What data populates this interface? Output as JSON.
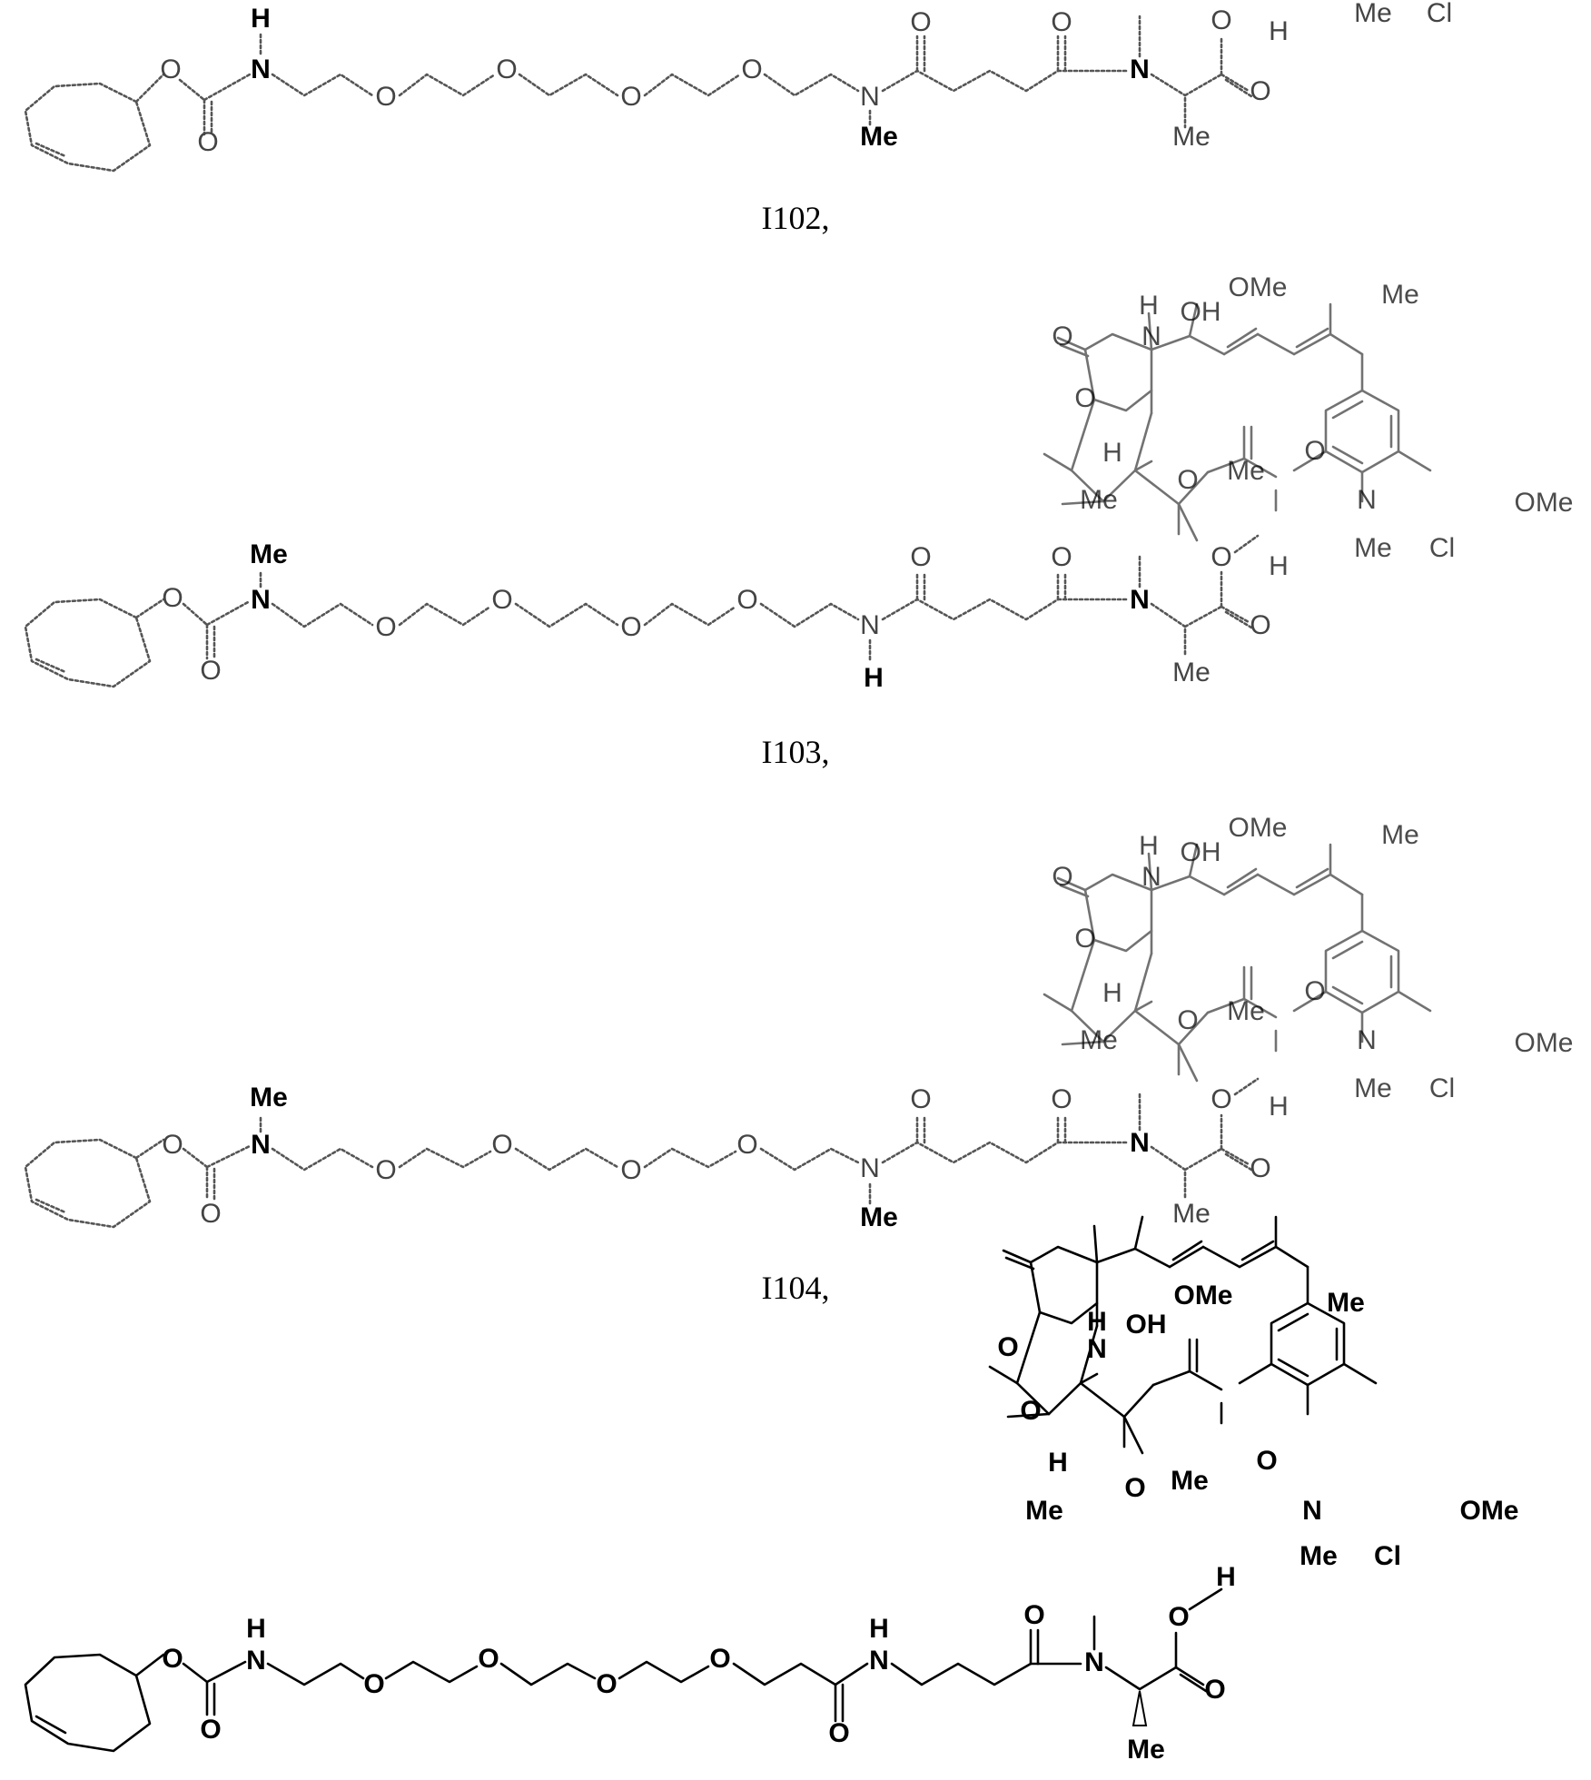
{
  "compounds": [
    {
      "label": "I102,",
      "top_label": "H",
      "bottom_label": "Me"
    },
    {
      "label": "I103,",
      "top_label": "Me",
      "bottom_label": "H"
    },
    {
      "label": "I104,",
      "top_label": "Me",
      "bottom_label": "Me"
    },
    {
      "label": "",
      "top_label": "H",
      "bottom_label": ""
    }
  ],
  "atoms": {
    "O": "O",
    "N": "N",
    "H": "H",
    "Me": "Me",
    "Cl": "Cl",
    "OMe": "OMe",
    "OH": "OH"
  },
  "colors": {
    "ink": "#000000",
    "faded_ink": "#555555",
    "background": "#ffffff"
  }
}
